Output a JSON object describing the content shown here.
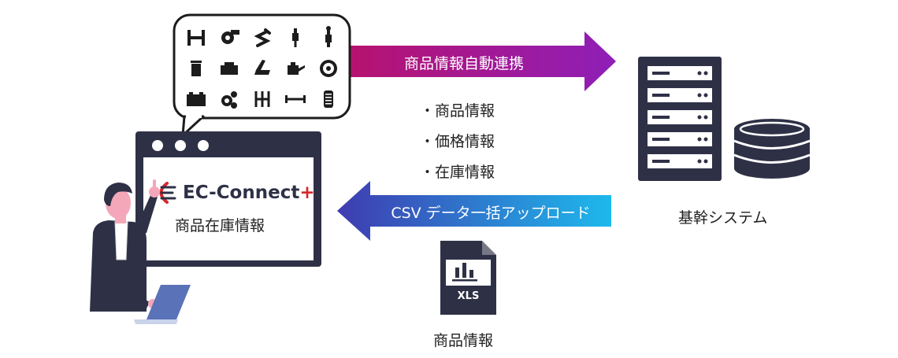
{
  "top_arrow": {
    "label": "商品情報自動連携",
    "color_start": "#b8126e",
    "color_end": "#8e1fb8"
  },
  "bottom_arrow": {
    "label": "CSV データ一括アップロード",
    "color_start": "#3f3bb0",
    "color_end": "#1db9ec"
  },
  "sync_items": [
    "・商品情報",
    "・価格情報",
    "・在庫情報"
  ],
  "ec_window": {
    "logo_text": "EC-Connect",
    "logo_plus": "+",
    "caption": "商品在庫情報",
    "frame_color": "#2e3146",
    "accent": "#d7262a"
  },
  "core_system": {
    "label": "基幹システム",
    "color": "#2e3146"
  },
  "file": {
    "badge": "XLS",
    "caption": "商品情報"
  },
  "speech_bubble": {
    "icons": [
      "axle-icon",
      "turbo-icon",
      "spring-icon",
      "spark-plug-icon",
      "shock-absorber-icon",
      "oil-filter-icon",
      "engine-icon",
      "seat-icon",
      "oil-can-icon",
      "brake-disc-icon",
      "battery-icon",
      "gears-icon",
      "gearbox-icon",
      "drive-shaft-icon",
      "tire-icon"
    ]
  }
}
